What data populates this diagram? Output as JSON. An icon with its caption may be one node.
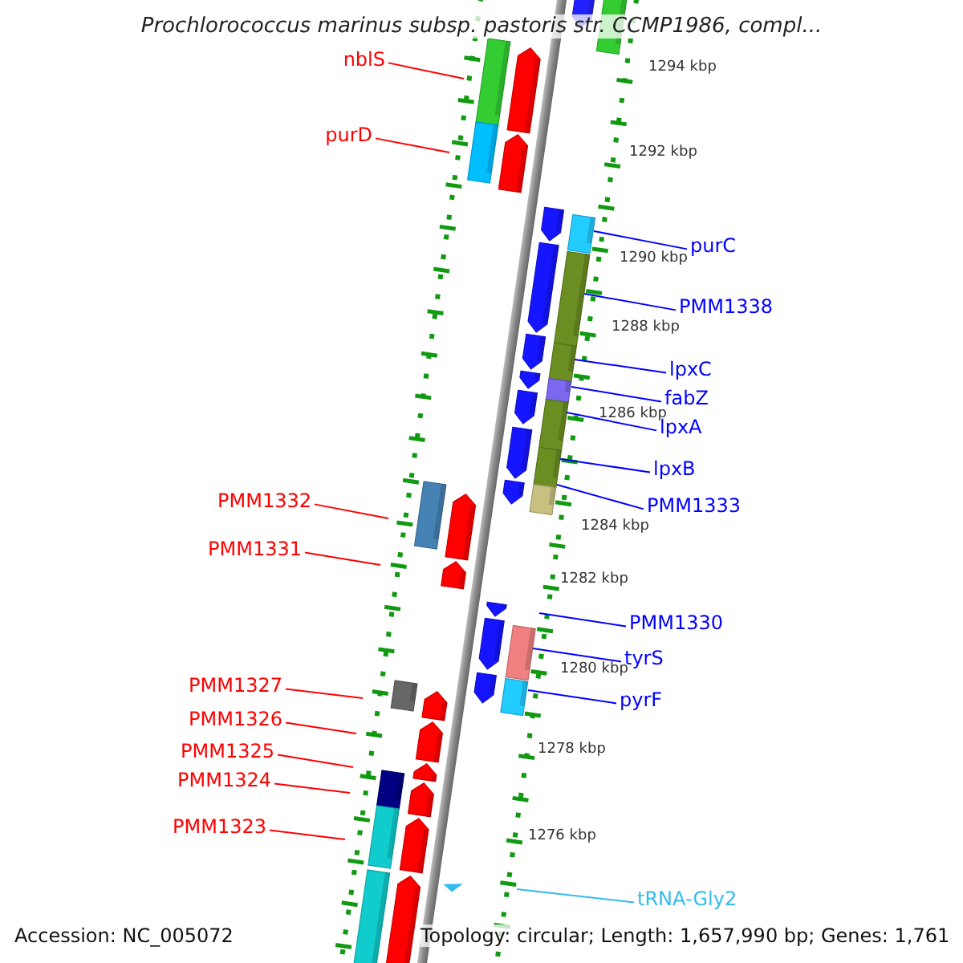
{
  "diagram": {
    "title": "Prochlorococcus marinus subsp. pastoris str. CCMP1986, compl...",
    "nodes": [
      {
        "text": [
          "nblS"
        ]
      },
      {
        "text": [
          "purD"
        ]
      },
      {
        "text": [
          "purC"
        ]
      },
      {
        "text": [
          "PMM1338"
        ]
      },
      {
        "text": [
          "lpxC"
        ]
      },
      {
        "text": [
          "fabZ"
        ]
      },
      {
        "text": [
          "lpxA"
        ]
      },
      {
        "text": [
          "lpxB"
        ]
      },
      {
        "text": [
          "PMM1332"
        ]
      },
      {
        "text": [
          "PMM1333"
        ]
      },
      {
        "text": [
          "PMM1331"
        ]
      },
      {
        "text": [
          "PMM1330"
        ]
      },
      {
        "text": [
          "tyrS"
        ]
      },
      {
        "text": [
          "PMM1327"
        ]
      },
      {
        "text": [
          "pyrF"
        ]
      },
      {
        "text": [
          "PMM1326"
        ]
      },
      {
        "text": [
          "PMM1325"
        ]
      },
      {
        "text": [
          "PMM1324"
        ]
      },
      {
        "text": [
          "PMM1323"
        ]
      },
      {
        "text": [
          "tRNA-Gly2"
        ]
      }
    ],
    "edges": [
      {
        "from": 0,
        "to": null,
        "arrow": "none",
        "color": "#ff0000"
      },
      {
        "from": 1,
        "to": null,
        "arrow": "none",
        "color": "#ff0000"
      },
      {
        "from": 2,
        "to": null,
        "arrow": "none",
        "color": "#0000ff"
      },
      {
        "from": 3,
        "to": null,
        "arrow": "none",
        "color": "#0000ff"
      },
      {
        "from": 4,
        "to": null,
        "arrow": "none",
        "color": "#0000ff"
      },
      {
        "from": 5,
        "to": null,
        "arrow": "none",
        "color": "#0000ff"
      },
      {
        "from": 6,
        "to": null,
        "arrow": "none",
        "color": "#0000ff"
      },
      {
        "from": 7,
        "to": null,
        "arrow": "none",
        "color": "#0000ff"
      },
      {
        "from": 8,
        "to": null,
        "arrow": "none",
        "color": "#ff0000"
      },
      {
        "from": 9,
        "to": null,
        "arrow": "none",
        "color": "#0000ff"
      },
      {
        "from": 10,
        "to": null,
        "arrow": "none",
        "color": "#ff0000"
      },
      {
        "from": 11,
        "to": null,
        "arrow": "none",
        "color": "#0000ff"
      },
      {
        "from": 12,
        "to": null,
        "arrow": "none",
        "color": "#0000ff"
      },
      {
        "from": 13,
        "to": null,
        "arrow": "none",
        "color": "#ff0000"
      },
      {
        "from": 14,
        "to": null,
        "arrow": "none",
        "color": "#0000ff"
      },
      {
        "from": 15,
        "to": null,
        "arrow": "none",
        "color": "#ff0000"
      },
      {
        "from": 16,
        "to": null,
        "arrow": "none",
        "color": "#ff0000"
      },
      {
        "from": 17,
        "to": null,
        "arrow": "none",
        "color": "#ff0000"
      },
      {
        "from": 18,
        "to": null,
        "arrow": "none",
        "color": "#ff0000"
      },
      {
        "from": 19,
        "to": null,
        "arrow": "none",
        "color": "#33bbee"
      }
    ],
    "labels": [
      "1294 kbp",
      "1292 kbp",
      "1290 kbp",
      "1288 kbp",
      "1286 kbp",
      "1284 kbp",
      "1282 kbp",
      "1280 kbp",
      "1278 kbp",
      "1276 kbp",
      "Accession: NC_005072",
      "Topology: circular; Length: 1,657,990 bp; Genes: 1,761"
    ]
  }
}
